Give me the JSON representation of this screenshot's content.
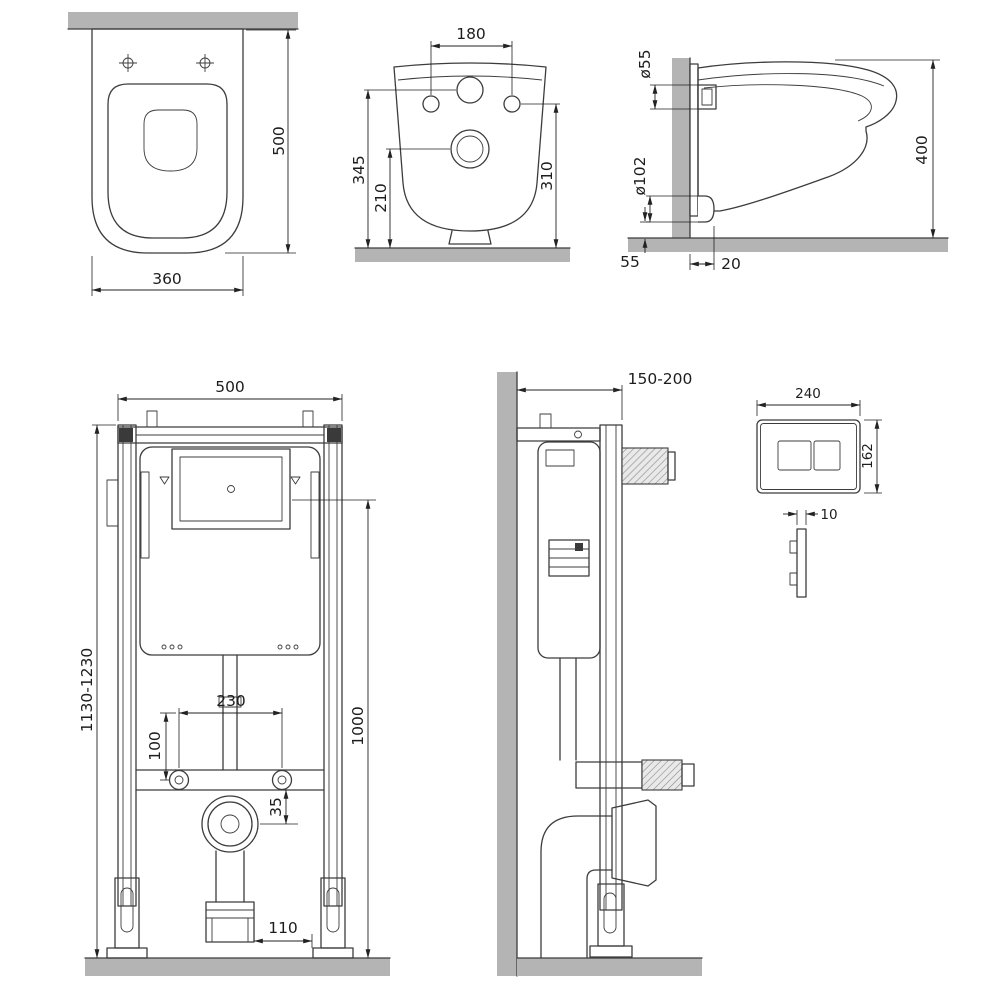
{
  "drawing_title": "Wall-hung toilet and installation frame dimensional drawing",
  "colors": {
    "line": "#3c3c3c",
    "dimension": "#222222",
    "surface_grey": "#b4b4b4"
  },
  "views": {
    "toilet_top": {
      "name": "toilet top view",
      "dims": {
        "length": "500",
        "width": "360"
      }
    },
    "toilet_back": {
      "name": "toilet rear view",
      "dims": {
        "bolt_spacing": "180",
        "inlet_height": "345",
        "drain_height": "210",
        "bolt_height": "310"
      }
    },
    "toilet_side": {
      "name": "toilet side view",
      "dims": {
        "inlet_diameter": "ø55",
        "outlet_diameter": "ø102",
        "height": "400",
        "outlet_offset": "55",
        "wall_gap": "20"
      }
    },
    "frame_front": {
      "name": "installation frame front view",
      "dims": {
        "width": "500",
        "height_range": "1130-1230",
        "flush_height": "1000",
        "fixing_span": "230",
        "offset_100": "100",
        "offset_35": "35",
        "outlet_offset": "110"
      }
    },
    "frame_side": {
      "name": "installation frame side view",
      "dims": {
        "depth_range": "150-200"
      }
    },
    "flush_plate": {
      "name": "flush plate",
      "dims": {
        "width": "240",
        "height": "162",
        "thickness": "10"
      }
    }
  }
}
